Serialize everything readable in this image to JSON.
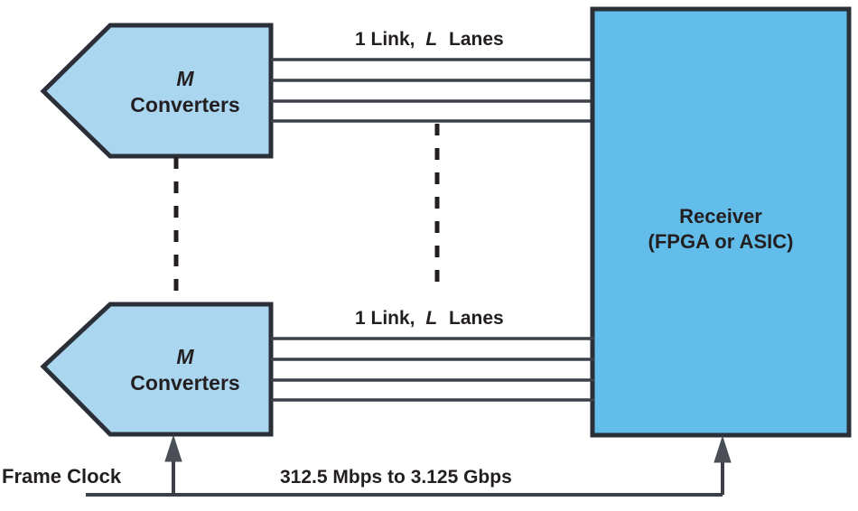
{
  "diagram": {
    "title": "JESD204B multi-converter link block diagram",
    "colors": {
      "converter_fill": "#ABD6F0",
      "receiver_fill": "#62BDEA",
      "stroke": "#2b2f38",
      "text": "#231f20",
      "background": "#ffffff"
    },
    "converter_blocks": [
      {
        "id": "converter-top",
        "label_count": "M",
        "label_name": "Converters"
      },
      {
        "id": "converter-bottom",
        "label_count": "M",
        "label_name": "Converters"
      }
    ],
    "receiver_block": {
      "id": "receiver",
      "line1": "Receiver",
      "line2": "(FPGA or ASIC)"
    },
    "link_labels": [
      {
        "id": "link-label-top",
        "prefix": "1 Link,",
        "variable": "L",
        "suffix": "Lanes",
        "lane_count": 4
      },
      {
        "id": "link-label-bottom",
        "prefix": "1 Link,",
        "variable": "L",
        "suffix": "Lanes",
        "lane_count": 4
      }
    ],
    "clock": {
      "label": "Frame Clock",
      "rate": "312.5 Mbps to 3.125 Gbps"
    },
    "ellipsis": {
      "converter_column": "vertical-dashed",
      "link_column": "vertical-dashed"
    }
  }
}
